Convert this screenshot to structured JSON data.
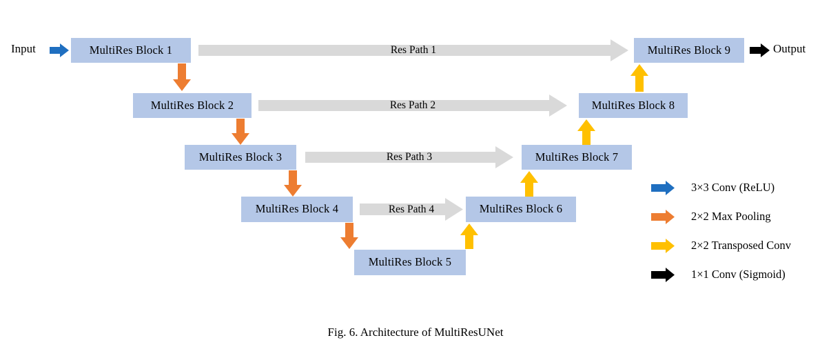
{
  "figure": {
    "caption": "Fig. 6. Architecture of MultiResUNet",
    "input_label": "Input",
    "output_label": "Output"
  },
  "colors": {
    "block_fill": "#b4c7e7",
    "respath_fill": "#d9d9d9",
    "conv_blue": "#1f6fc0",
    "maxpool_orange": "#ed7d31",
    "transposed_yellow": "#ffc000",
    "sigmoid_black": "#000000",
    "background": "#ffffff"
  },
  "blocks": [
    {
      "id": "block1",
      "label": "MultiRes Block 1"
    },
    {
      "id": "block2",
      "label": "MultiRes Block 2"
    },
    {
      "id": "block3",
      "label": "MultiRes Block 3"
    },
    {
      "id": "block4",
      "label": "MultiRes Block 4"
    },
    {
      "id": "block5",
      "label": "MultiRes Block 5"
    },
    {
      "id": "block6",
      "label": "MultiRes Block 6"
    },
    {
      "id": "block7",
      "label": "MultiRes Block 7"
    },
    {
      "id": "block8",
      "label": "MultiRes Block 8"
    },
    {
      "id": "block9",
      "label": "MultiRes Block 9"
    }
  ],
  "res_paths": [
    {
      "id": "respath1",
      "label": "Res Path 1",
      "from": "MultiRes Block 1",
      "to": "MultiRes Block 9"
    },
    {
      "id": "respath2",
      "label": "Res Path 2",
      "from": "MultiRes Block 2",
      "to": "MultiRes Block 8"
    },
    {
      "id": "respath3",
      "label": "Res Path 3",
      "from": "MultiRes Block 3",
      "to": "MultiRes Block 7"
    },
    {
      "id": "respath4",
      "label": "Res Path 4",
      "from": "MultiRes Block 4",
      "to": "MultiRes Block 6"
    }
  ],
  "legend": {
    "items": [
      {
        "icon": "right-arrow-icon",
        "color": "#1f6fc0",
        "label": "3×3 Conv (ReLU)"
      },
      {
        "icon": "right-arrow-icon",
        "color": "#ed7d31",
        "label": "2×2 Max Pooling"
      },
      {
        "icon": "right-arrow-icon",
        "color": "#ffc000",
        "label": "2×2 Transposed Conv"
      },
      {
        "icon": "right-arrow-icon",
        "color": "#000000",
        "label": "1×1 Conv (Sigmoid)"
      }
    ]
  },
  "flow_arrows": {
    "max_pooling": [
      {
        "from": "MultiRes Block 1",
        "to": "MultiRes Block 2"
      },
      {
        "from": "MultiRes Block 2",
        "to": "MultiRes Block 3"
      },
      {
        "from": "MultiRes Block 3",
        "to": "MultiRes Block 4"
      },
      {
        "from": "MultiRes Block 4",
        "to": "MultiRes Block 5"
      }
    ],
    "transposed_conv": [
      {
        "from": "MultiRes Block 5",
        "to": "MultiRes Block 6"
      },
      {
        "from": "MultiRes Block 6",
        "to": "MultiRes Block 7"
      },
      {
        "from": "MultiRes Block 7",
        "to": "MultiRes Block 8"
      },
      {
        "from": "MultiRes Block 8",
        "to": "MultiRes Block 9"
      }
    ],
    "input_conv": {
      "from": "Input",
      "to": "MultiRes Block 1"
    },
    "output_conv": {
      "from": "MultiRes Block 9",
      "to": "Output"
    }
  }
}
